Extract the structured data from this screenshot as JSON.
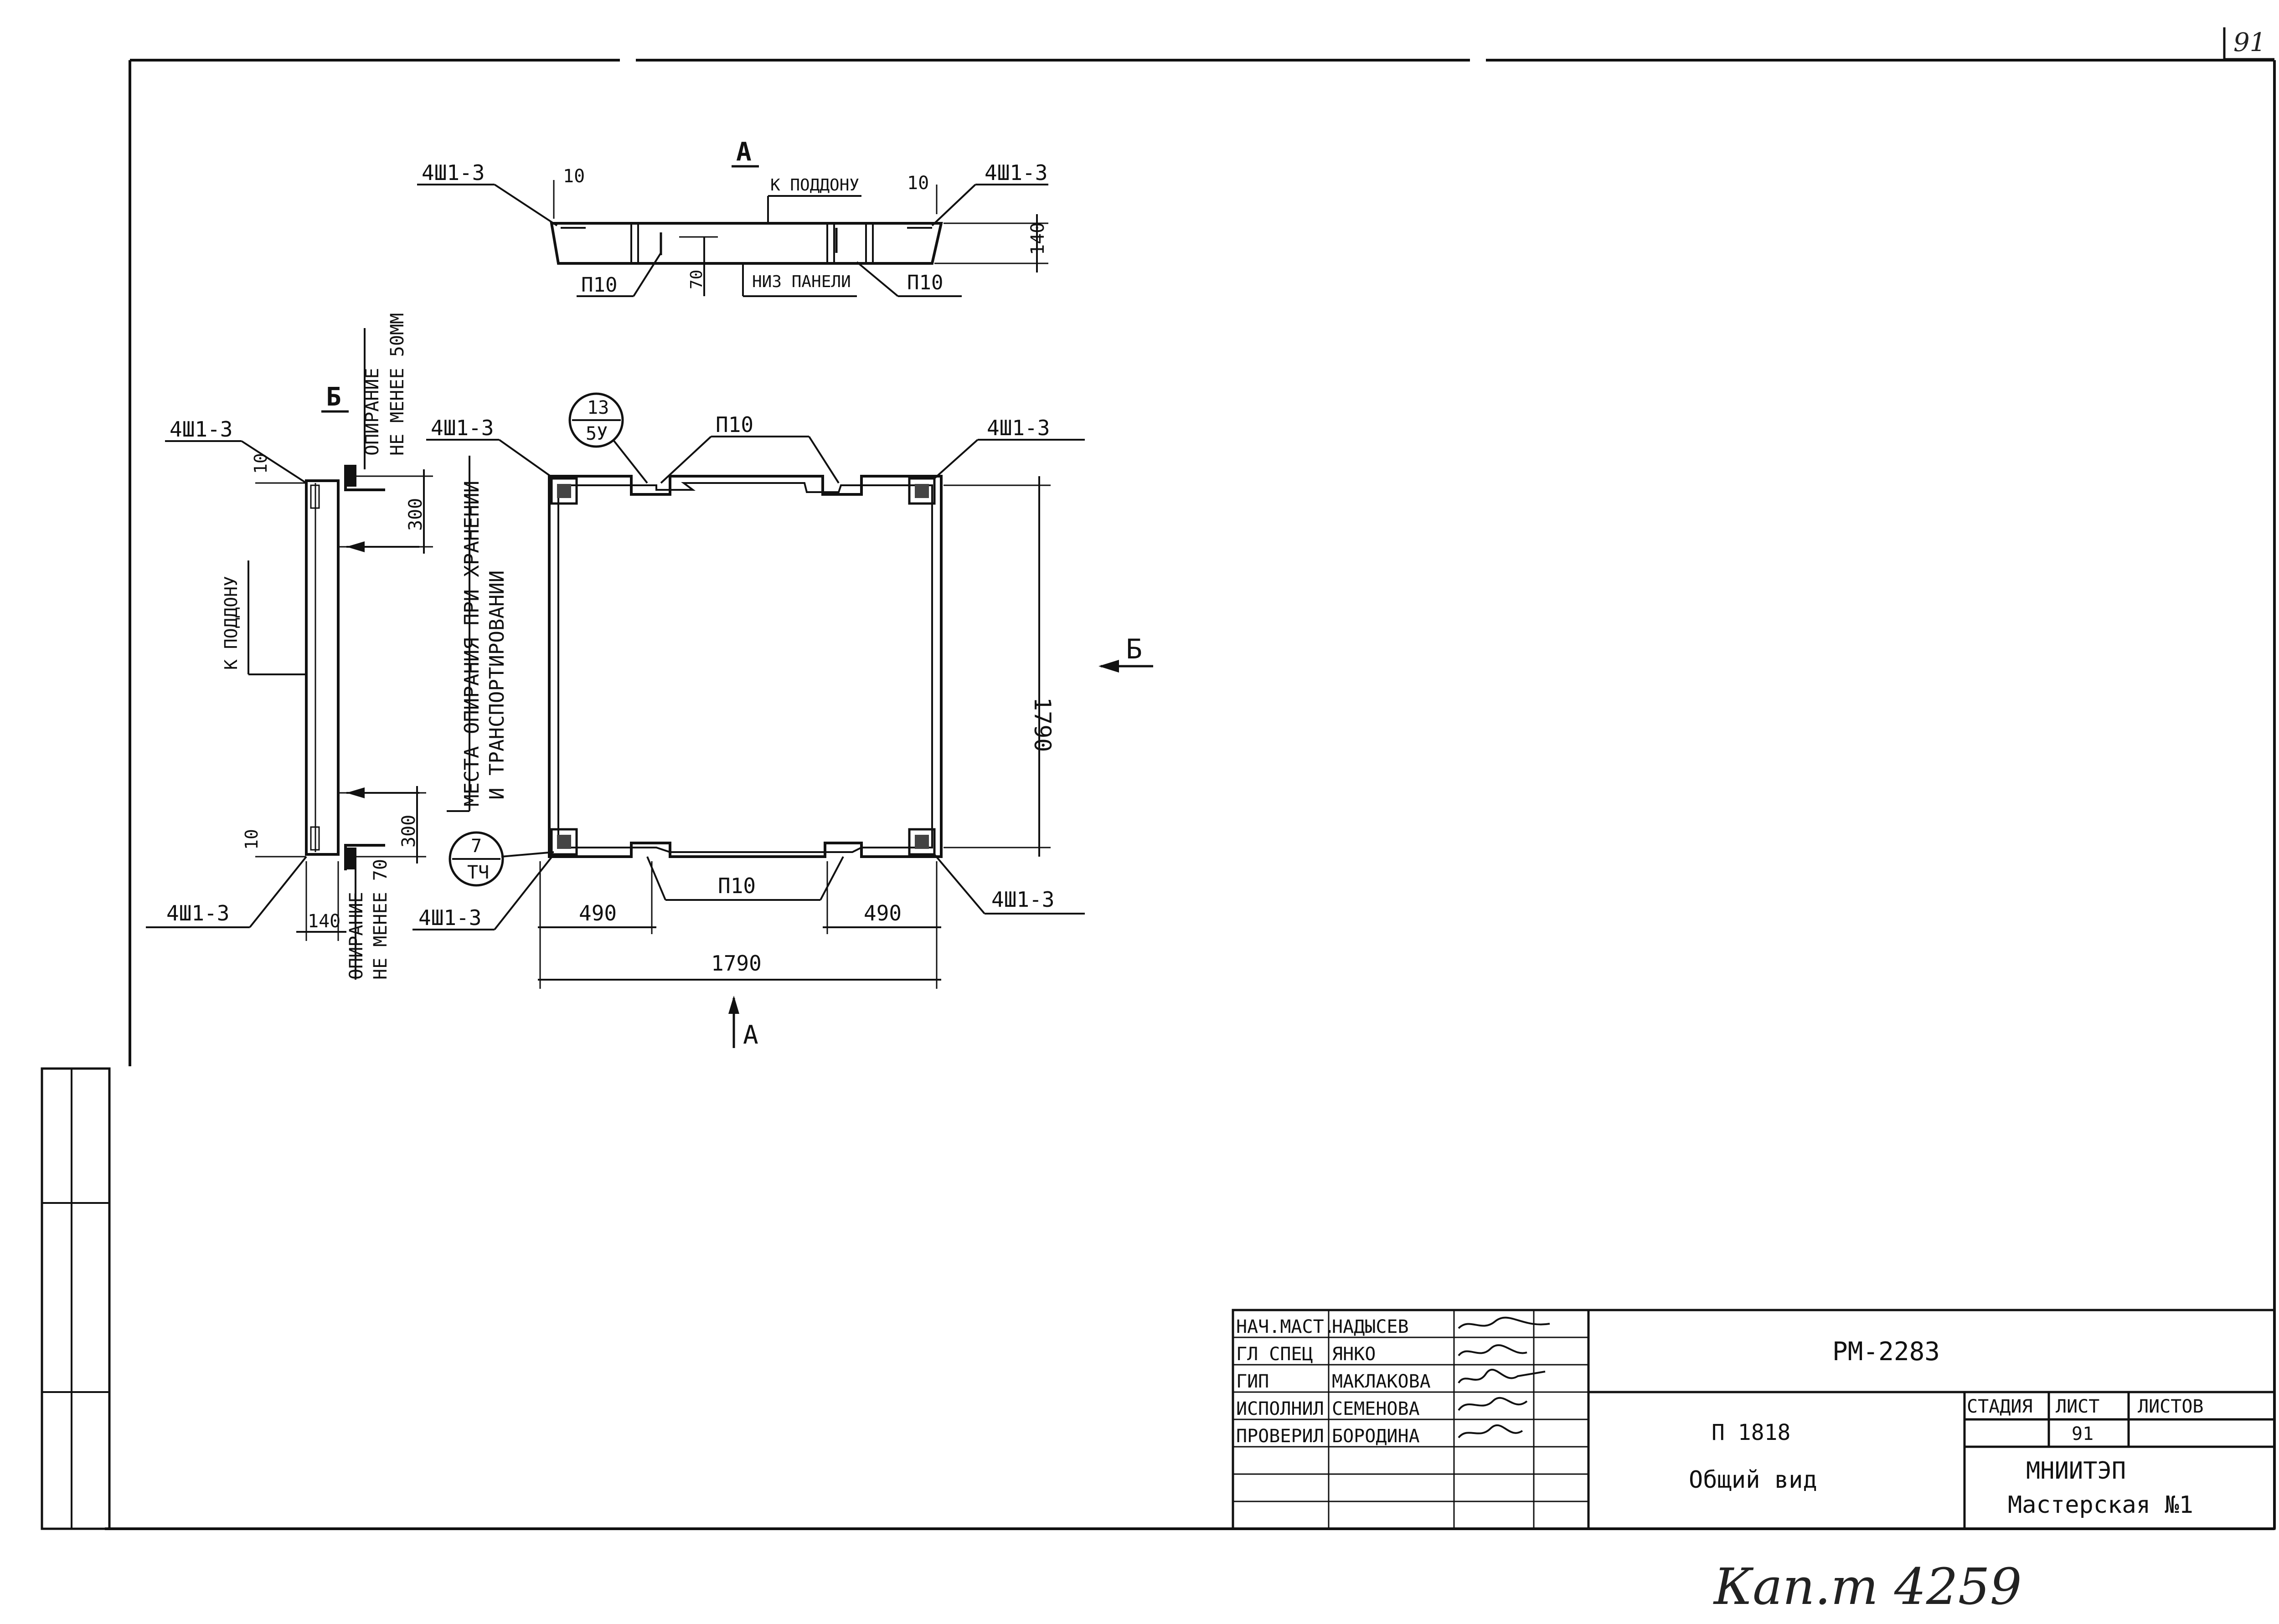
{
  "sheet_corner_number": "91",
  "view_a": {
    "title": "А",
    "label_left_anchor": "4Ш1-3",
    "label_right_anchor": "4Ш1-3",
    "dim_left_10": "10",
    "dim_right_10": "10",
    "to_pallet_label": "К ПОДДОНУ",
    "dim_height": "140",
    "bottom_panel_label": "НИЗ ПАНЕЛИ",
    "dim_70": "70",
    "label_p10_left": "П10",
    "label_p10_right": "П10"
  },
  "view_b": {
    "title": "Б",
    "label_anchor_top": "4Ш1-3",
    "label_anchor_bottom": "4Ш1-3",
    "dim_10_top": "10",
    "dim_10_bottom": "10",
    "to_pallet_label": "К ПОДДОНУ",
    "support_top_line1": "ОПИРАНИЕ",
    "support_top_line2": "НЕ МЕНЕЕ 50ММ",
    "support_bottom_line1": "ОПИРАНИЕ",
    "support_bottom_line2": "НЕ МЕНЕЕ 70",
    "dim_300_top": "300",
    "dim_300_bottom": "300",
    "dim_140": "140",
    "support_places_line1": "МЕСТА ОПИРАНИЯ ПРИ ХРАНЕНИИ",
    "support_places_line2": "И ТРАНСПОРТИРОВАНИИ"
  },
  "plan": {
    "label_anchor_tl": "4Ш1-3",
    "label_anchor_tr": "4Ш1-3",
    "label_anchor_bl": "4Ш1-3",
    "label_anchor_br": "4Ш1-3",
    "label_p10_top": "П10",
    "label_p10_bottom": "П10",
    "callout_top_num": "13",
    "callout_top_den": "5У",
    "callout_bottom_num": "7",
    "callout_bottom_den": "ТЧ",
    "dim_height": "1790",
    "dim_width": "1790",
    "dim_left_490": "490",
    "dim_right_490": "490",
    "view_arrow_b": "Б",
    "view_arrow_a": "А"
  },
  "title_block": {
    "roles": [
      "НАЧ.МАСТ.",
      "ГЛ СПЕЦ",
      "ГИП",
      "ИСПОЛНИЛ",
      "ПРОВЕРИЛ"
    ],
    "names": [
      "НАДЫСЕВ",
      "ЯНКО",
      "МАКЛАКОВА",
      "СЕМЕНОВА",
      "БОРОДИНА"
    ],
    "document_code": "РМ-2283",
    "product_code": "П 1818",
    "sheet_name": "Общий вид",
    "stage_header": "СТАДИЯ",
    "sheet_header": "ЛИСТ",
    "sheets_header": "ЛИСТОВ",
    "sheet_number": "91",
    "org_line1": "МНИИТЭП",
    "org_line2": "Мастерская №1"
  },
  "archive_note": "Кап.т 4259"
}
